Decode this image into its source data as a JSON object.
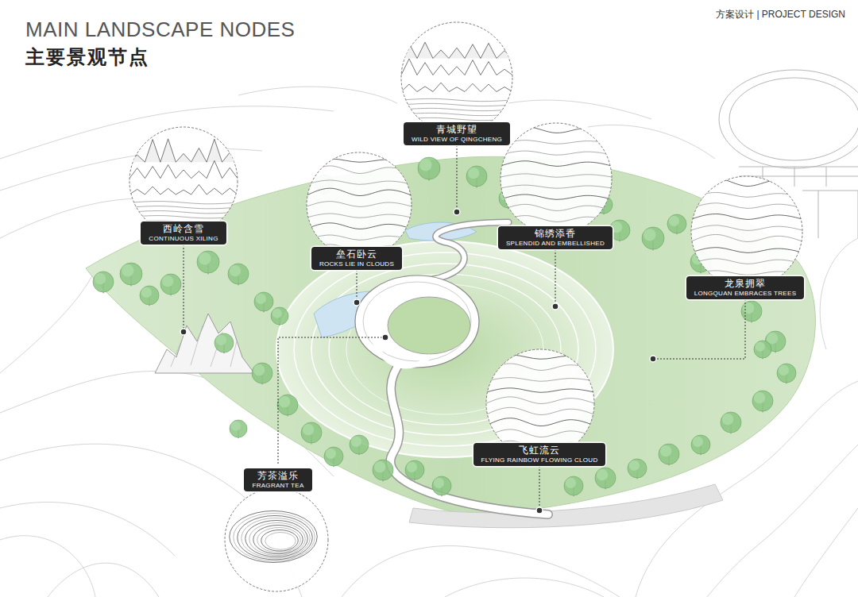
{
  "diagram": {
    "title": "MAIN LANDSCAPE NODES",
    "nodes": [
      {
        "text": [
          "青城野望",
          "WILD VIEW OF QINGCHENG"
        ]
      },
      {
        "text": [
          "西岭含雪",
          "CONTINUOUS XILING"
        ]
      },
      {
        "text": [
          "垒石卧云",
          "ROCKS LIE IN CLOUDS"
        ]
      },
      {
        "text": [
          "锦绣添香",
          "SPLENDID AND EMBELLISHED"
        ]
      },
      {
        "text": [
          "龙泉拥翠",
          "LONGQUAN EMBRACES TREES"
        ]
      },
      {
        "text": [
          "飞虹流云",
          "FLYING RAINBOW FLOWING CLOUD"
        ]
      },
      {
        "text": [
          "芳茶溢乐",
          "FRAGRANT TEA"
        ]
      }
    ],
    "labels": [
      "主要景观节点",
      "方案设计 | PROJECT DESIGN"
    ]
  }
}
